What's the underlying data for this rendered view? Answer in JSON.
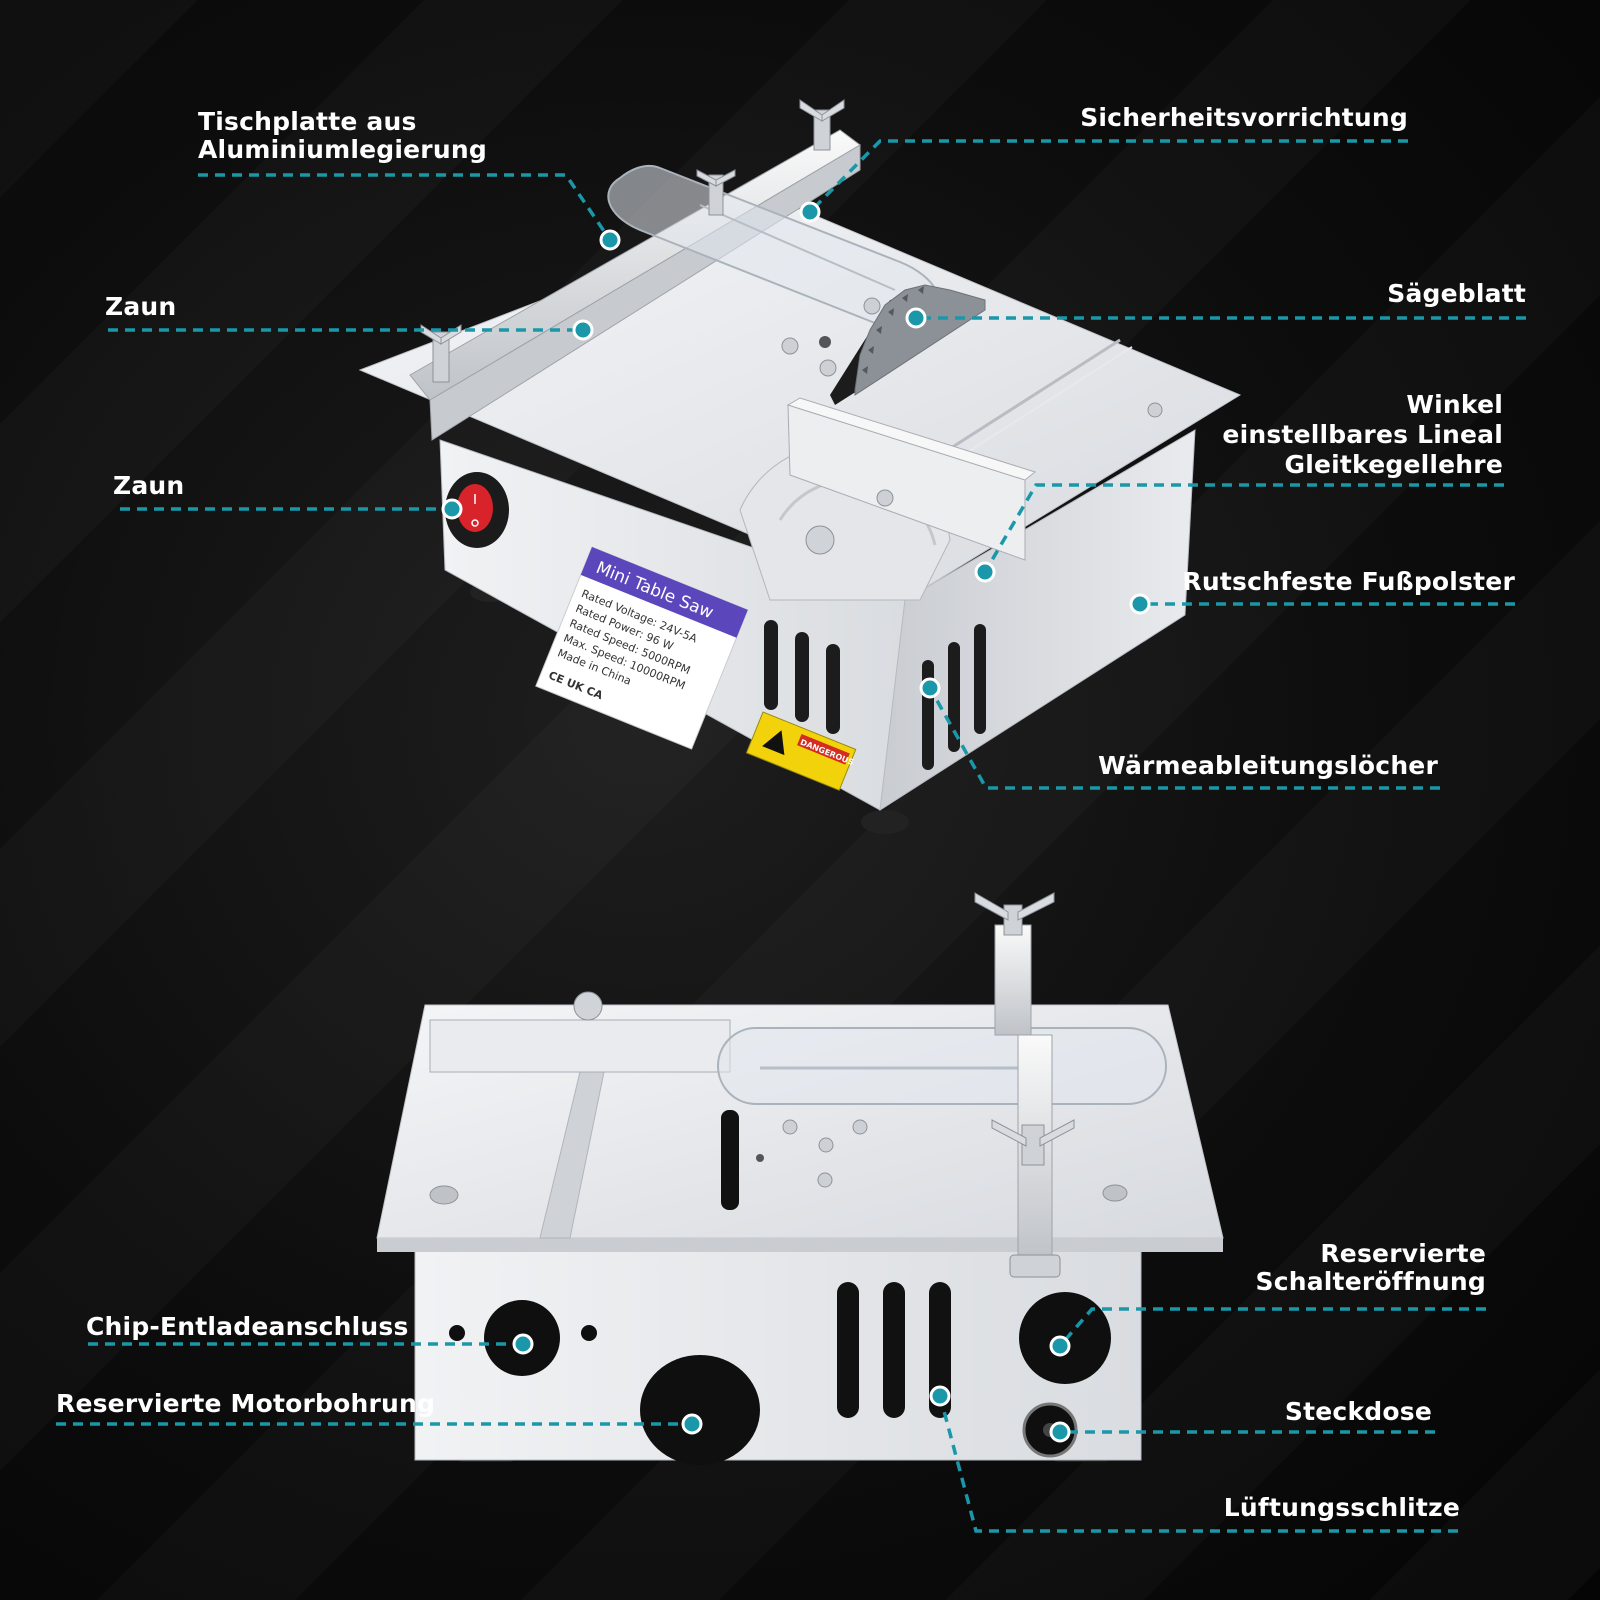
{
  "colors": {
    "accent": "#1a97a8",
    "label_text": "#ffffff",
    "background": "#0b0b0b"
  },
  "callouts": {
    "tischplatte": [
      "Tischplatte aus",
      "Aluminiumlegierung"
    ],
    "sicherheit": "Sicherheitsvorrichtung",
    "zaun_1": "Zaun",
    "saegeblatt": "Sägeblatt",
    "winkel": [
      "Winkel",
      "einstellbares Lineal",
      "Gleitkegellehre"
    ],
    "zaun_2": "Zaun",
    "rutschfeste": "Rutschfeste Fußpolster",
    "waerme": "Wärmeableitungslöcher",
    "reserv_schalter": [
      "Reservierte",
      "Schalteröffnung"
    ],
    "chip": "Chip-Entladeanschluss",
    "motor": "Reservierte Motorbohrung",
    "steckdose": "Steckdose",
    "lueftung": "Lüftungsschlitze"
  },
  "product_label": {
    "title": "Mini Table Saw",
    "lines": [
      "Rated Voltage: 24V-5A",
      "Rated Power: 96 W",
      "Rated Speed: 5000RPM",
      "Max. Speed: 10000RPM",
      "Made in China"
    ],
    "marks": "CE UK CA"
  },
  "warning_label": "DANGEROUS"
}
